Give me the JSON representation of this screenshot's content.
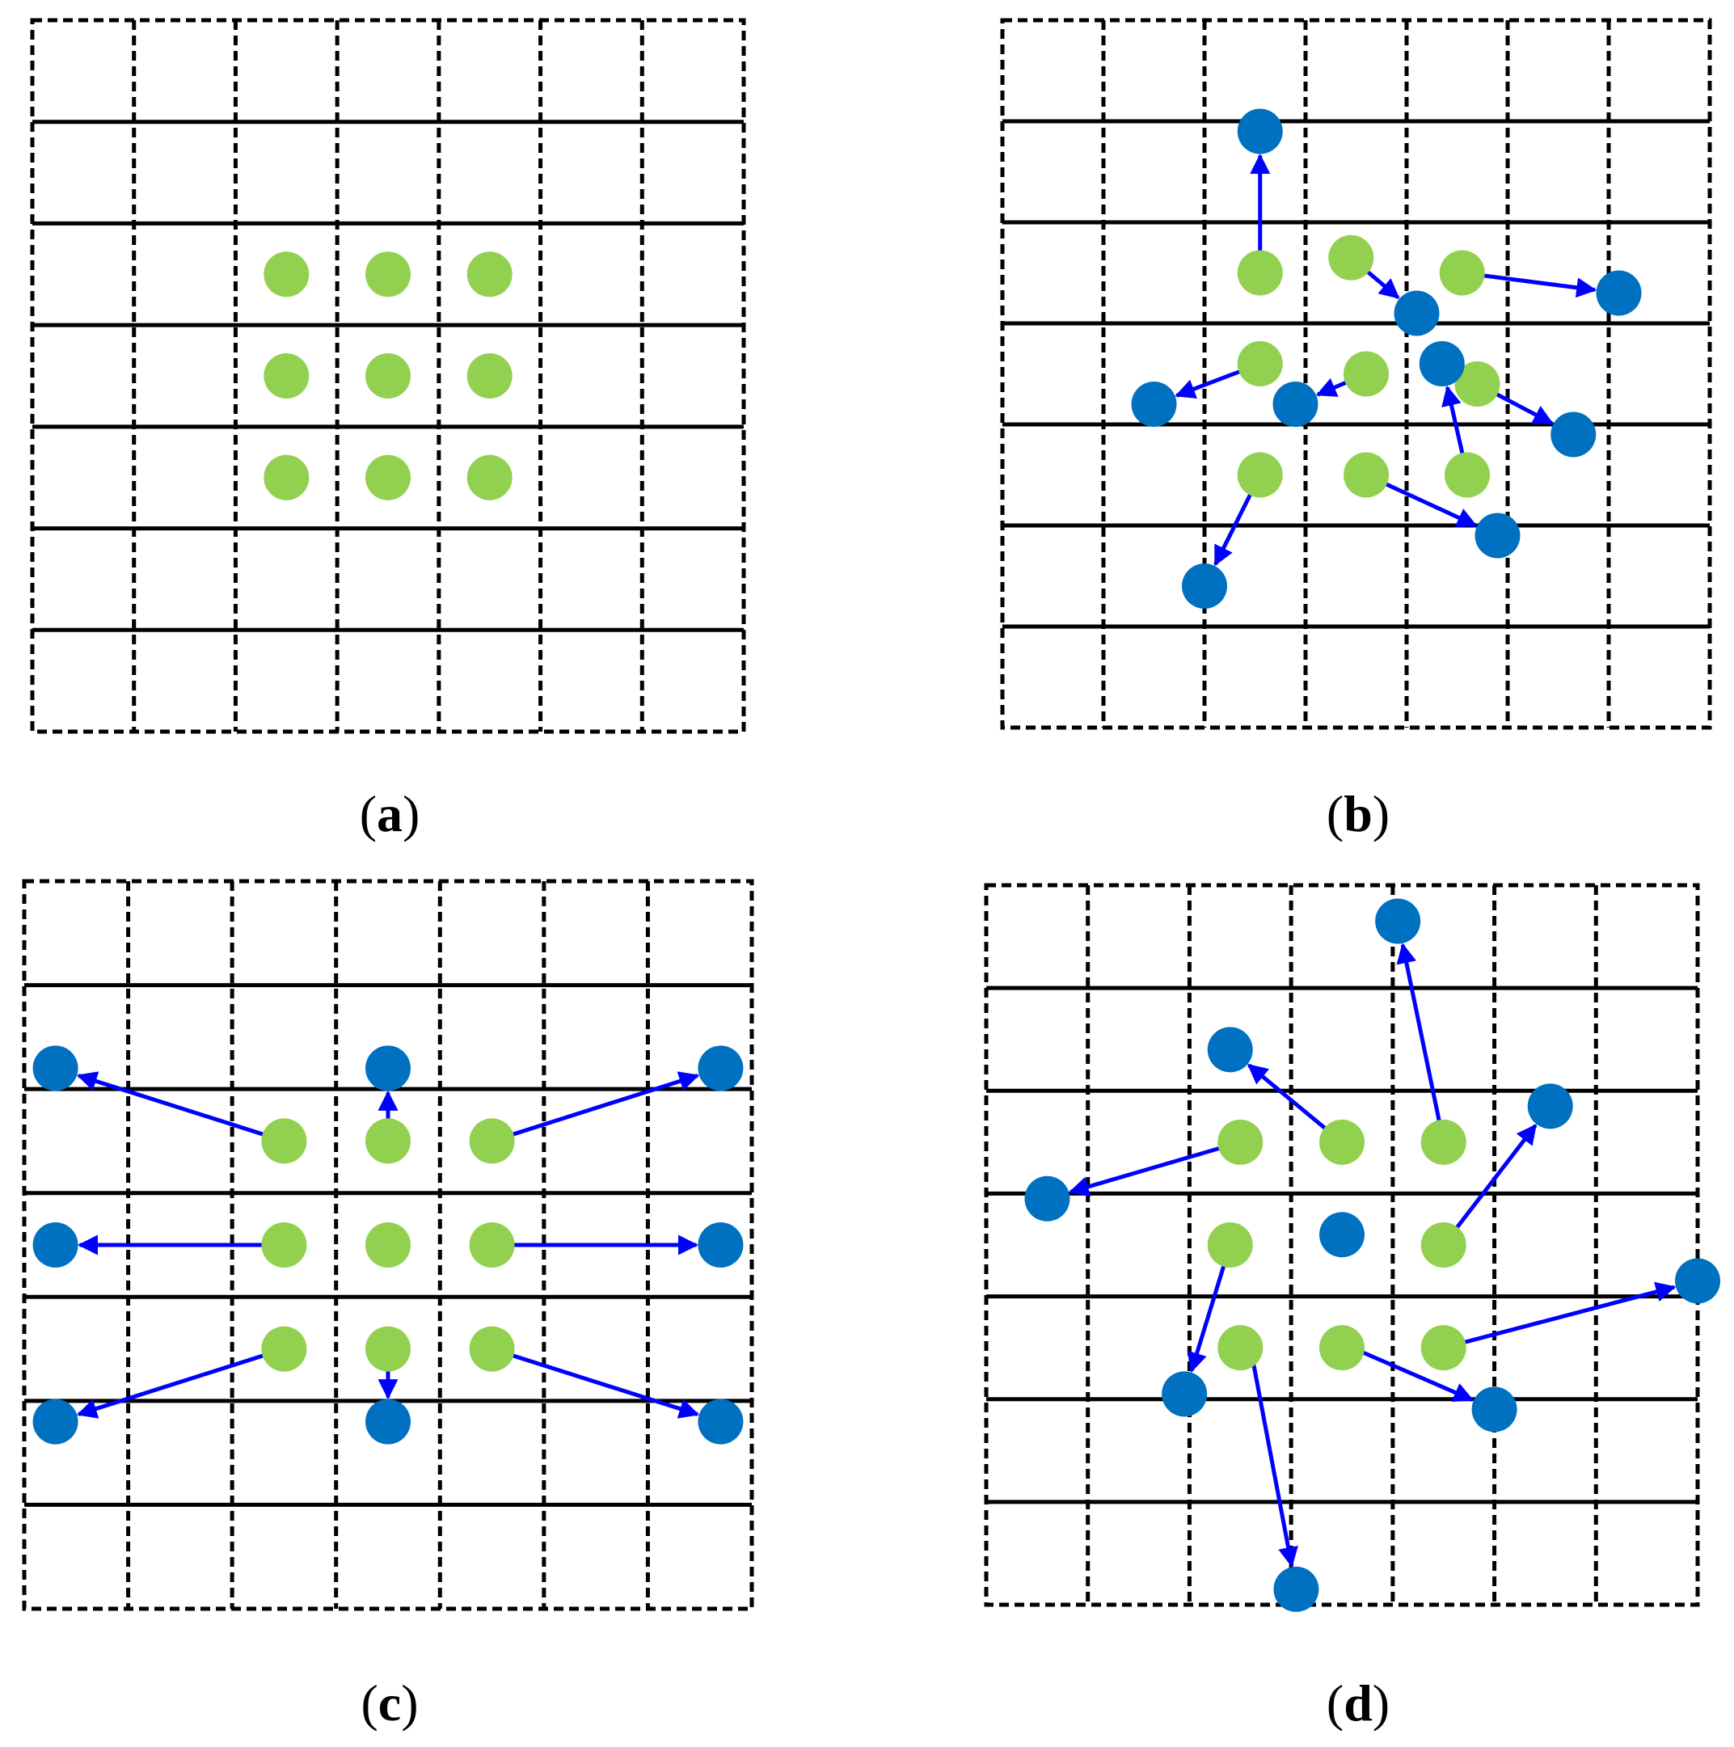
{
  "figure": {
    "colors": {
      "grid": "#000000",
      "sampling_point": "#92d050",
      "offset_point": "#0070c0",
      "arrow": "#0000ff",
      "background": "#ffffff"
    },
    "grid_cells": 7,
    "panels": [
      {
        "id": "a",
        "label_open": "(",
        "label_letter": "a",
        "label_close": ")",
        "sampling_points": [
          [
            2.5,
            2.5
          ],
          [
            3.5,
            2.5
          ],
          [
            4.5,
            2.5
          ],
          [
            2.5,
            3.5
          ],
          [
            3.5,
            3.5
          ],
          [
            4.5,
            3.5
          ],
          [
            2.5,
            4.5
          ],
          [
            3.5,
            4.5
          ],
          [
            4.5,
            4.5
          ]
        ],
        "offsets": []
      },
      {
        "id": "b",
        "label_open": "(",
        "label_letter": "b",
        "label_close": ")",
        "sampling_points": [
          [
            2.55,
            2.5
          ],
          [
            3.45,
            2.35
          ],
          [
            4.55,
            2.5
          ],
          [
            2.55,
            3.4
          ],
          [
            3.6,
            3.5
          ],
          [
            4.7,
            3.6
          ],
          [
            2.55,
            4.5
          ],
          [
            3.6,
            4.5
          ],
          [
            4.6,
            4.5
          ]
        ],
        "offsets": [
          {
            "from": [
              2.55,
              2.5
            ],
            "to": [
              2.55,
              1.1
            ]
          },
          {
            "from": [
              3.45,
              2.35
            ],
            "to": [
              4.1,
              2.9
            ]
          },
          {
            "from": [
              4.55,
              2.5
            ],
            "to": [
              6.1,
              2.7
            ]
          },
          {
            "from": [
              2.55,
              3.4
            ],
            "to": [
              1.5,
              3.8
            ]
          },
          {
            "from": [
              3.6,
              3.5
            ],
            "to": [
              2.9,
              3.8
            ]
          },
          {
            "from": [
              4.6,
              4.5
            ],
            "to": [
              4.35,
              3.4
            ]
          },
          {
            "from": [
              4.7,
              3.6
            ],
            "to": [
              5.65,
              4.1
            ]
          },
          {
            "from": [
              2.55,
              4.5
            ],
            "to": [
              2.0,
              5.6
            ]
          },
          {
            "from": [
              3.6,
              4.5
            ],
            "to": [
              4.9,
              5.1
            ]
          }
        ]
      },
      {
        "id": "c",
        "label_open": "(",
        "label_letter": "c",
        "label_close": ")",
        "sampling_points": [
          [
            2.5,
            2.5
          ],
          [
            3.5,
            2.5
          ],
          [
            4.5,
            2.5
          ],
          [
            2.5,
            3.5
          ],
          [
            3.5,
            3.5
          ],
          [
            4.5,
            3.5
          ],
          [
            2.5,
            4.5
          ],
          [
            3.5,
            4.5
          ],
          [
            4.5,
            4.5
          ]
        ],
        "offsets": [
          {
            "from": [
              2.5,
              2.5
            ],
            "to": [
              0.3,
              1.8
            ]
          },
          {
            "from": [
              3.5,
              2.5
            ],
            "to": [
              3.5,
              1.8
            ]
          },
          {
            "from": [
              4.5,
              2.5
            ],
            "to": [
              6.7,
              1.8
            ]
          },
          {
            "from": [
              2.5,
              3.5
            ],
            "to": [
              0.3,
              3.5
            ]
          },
          {
            "from": [
              4.5,
              3.5
            ],
            "to": [
              6.7,
              3.5
            ]
          },
          {
            "from": [
              2.5,
              4.5
            ],
            "to": [
              0.3,
              5.2
            ]
          },
          {
            "from": [
              3.5,
              4.5
            ],
            "to": [
              3.5,
              5.2
            ]
          },
          {
            "from": [
              4.5,
              4.5
            ],
            "to": [
              6.7,
              5.2
            ]
          }
        ]
      },
      {
        "id": "d",
        "label_open": "(",
        "label_letter": "d",
        "label_close": ")",
        "sampling_points": [
          [
            2.5,
            2.5
          ],
          [
            3.5,
            2.5
          ],
          [
            4.5,
            2.5
          ],
          [
            2.4,
            3.5
          ],
          [
            4.5,
            3.5
          ],
          [
            2.5,
            4.5
          ],
          [
            3.5,
            4.5
          ],
          [
            4.5,
            4.5
          ]
        ],
        "offsets": [
          {
            "from": [
              2.5,
              2.5
            ],
            "to": [
              0.6,
              3.05
            ]
          },
          {
            "from": [
              3.5,
              2.5
            ],
            "to": [
              2.4,
              1.6
            ]
          },
          {
            "from": [
              4.5,
              2.5
            ],
            "to": [
              4.05,
              0.35
            ]
          },
          {
            "from": [
              4.5,
              3.5
            ],
            "to": [
              5.55,
              2.15
            ]
          },
          {
            "from": [
              2.4,
              3.5
            ],
            "to": [
              1.95,
              4.95
            ]
          },
          {
            "from": [
              2.6,
              4.5
            ],
            "to": [
              3.05,
              6.85
            ]
          },
          {
            "from": [
              3.6,
              4.5
            ],
            "to": [
              5.0,
              5.1
            ]
          },
          {
            "from": [
              4.5,
              4.5
            ],
            "to": [
              7.0,
              3.85
            ]
          }
        ],
        "standalone_offsets": [
          [
            3.5,
            3.4
          ]
        ]
      }
    ]
  }
}
